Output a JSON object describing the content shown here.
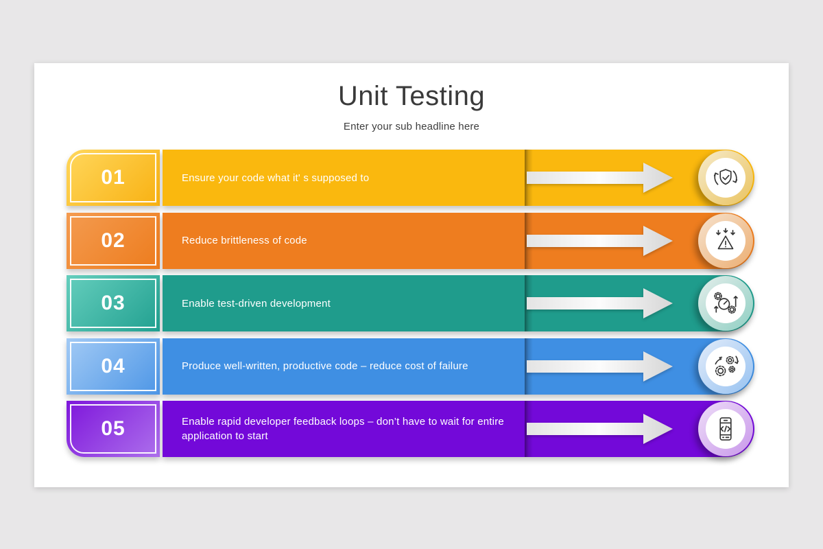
{
  "page": {
    "background": "#e8e7e8",
    "card_background": "#ffffff"
  },
  "header": {
    "title": "Unit Testing",
    "subtitle": "Enter your sub headline here"
  },
  "arrow": {
    "gradient": [
      "#e4e4e4",
      "#fcfcfc",
      "#d6d6d6"
    ]
  },
  "rows": [
    {
      "number": "01",
      "text": "Ensure your code what it' s supposed to",
      "icon": "shield-sync-check-icon",
      "colors": {
        "bar": "#fab80e",
        "box_from": "#ffd75c",
        "box_to": "#f8b112",
        "ring_from": "#f6ebcb",
        "ring_to": "#eac35f"
      }
    },
    {
      "number": "02",
      "text": "Reduce brittleness of code",
      "icon": "warning-arrows-icon",
      "colors": {
        "bar": "#ee7d1f",
        "box_from": "#f49b50",
        "box_to": "#ed7c1d",
        "ring_from": "#f6e2cd",
        "ring_to": "#ecae72"
      }
    },
    {
      "number": "03",
      "text": "Enable test-driven development",
      "icon": "test-gauge-icon",
      "colors": {
        "bar": "#1f9c8c",
        "box_from": "#65cebd",
        "box_to": "#21a090",
        "ring_from": "#e4eeeb",
        "ring_to": "#8fcfc3"
      }
    },
    {
      "number": "04",
      "text": "Produce well-written, productive code – reduce cost of failure",
      "icon": "gears-process-icon",
      "colors": {
        "bar": "#3f8fe3",
        "box_from": "#a2caf5",
        "box_to": "#4d96e6",
        "ring_from": "#e2ecfa",
        "ring_to": "#97c2f1"
      }
    },
    {
      "number": "05",
      "text": "Enable rapid developer feedback loops – don’t have to wait for entire application to start",
      "icon": "mobile-code-icon",
      "colors": {
        "bar": "#7309d9",
        "box_from": "#7e16db",
        "box_to": "#ad70ec",
        "ring_from": "#eeddf8",
        "ring_to": "#c897ea"
      }
    }
  ]
}
